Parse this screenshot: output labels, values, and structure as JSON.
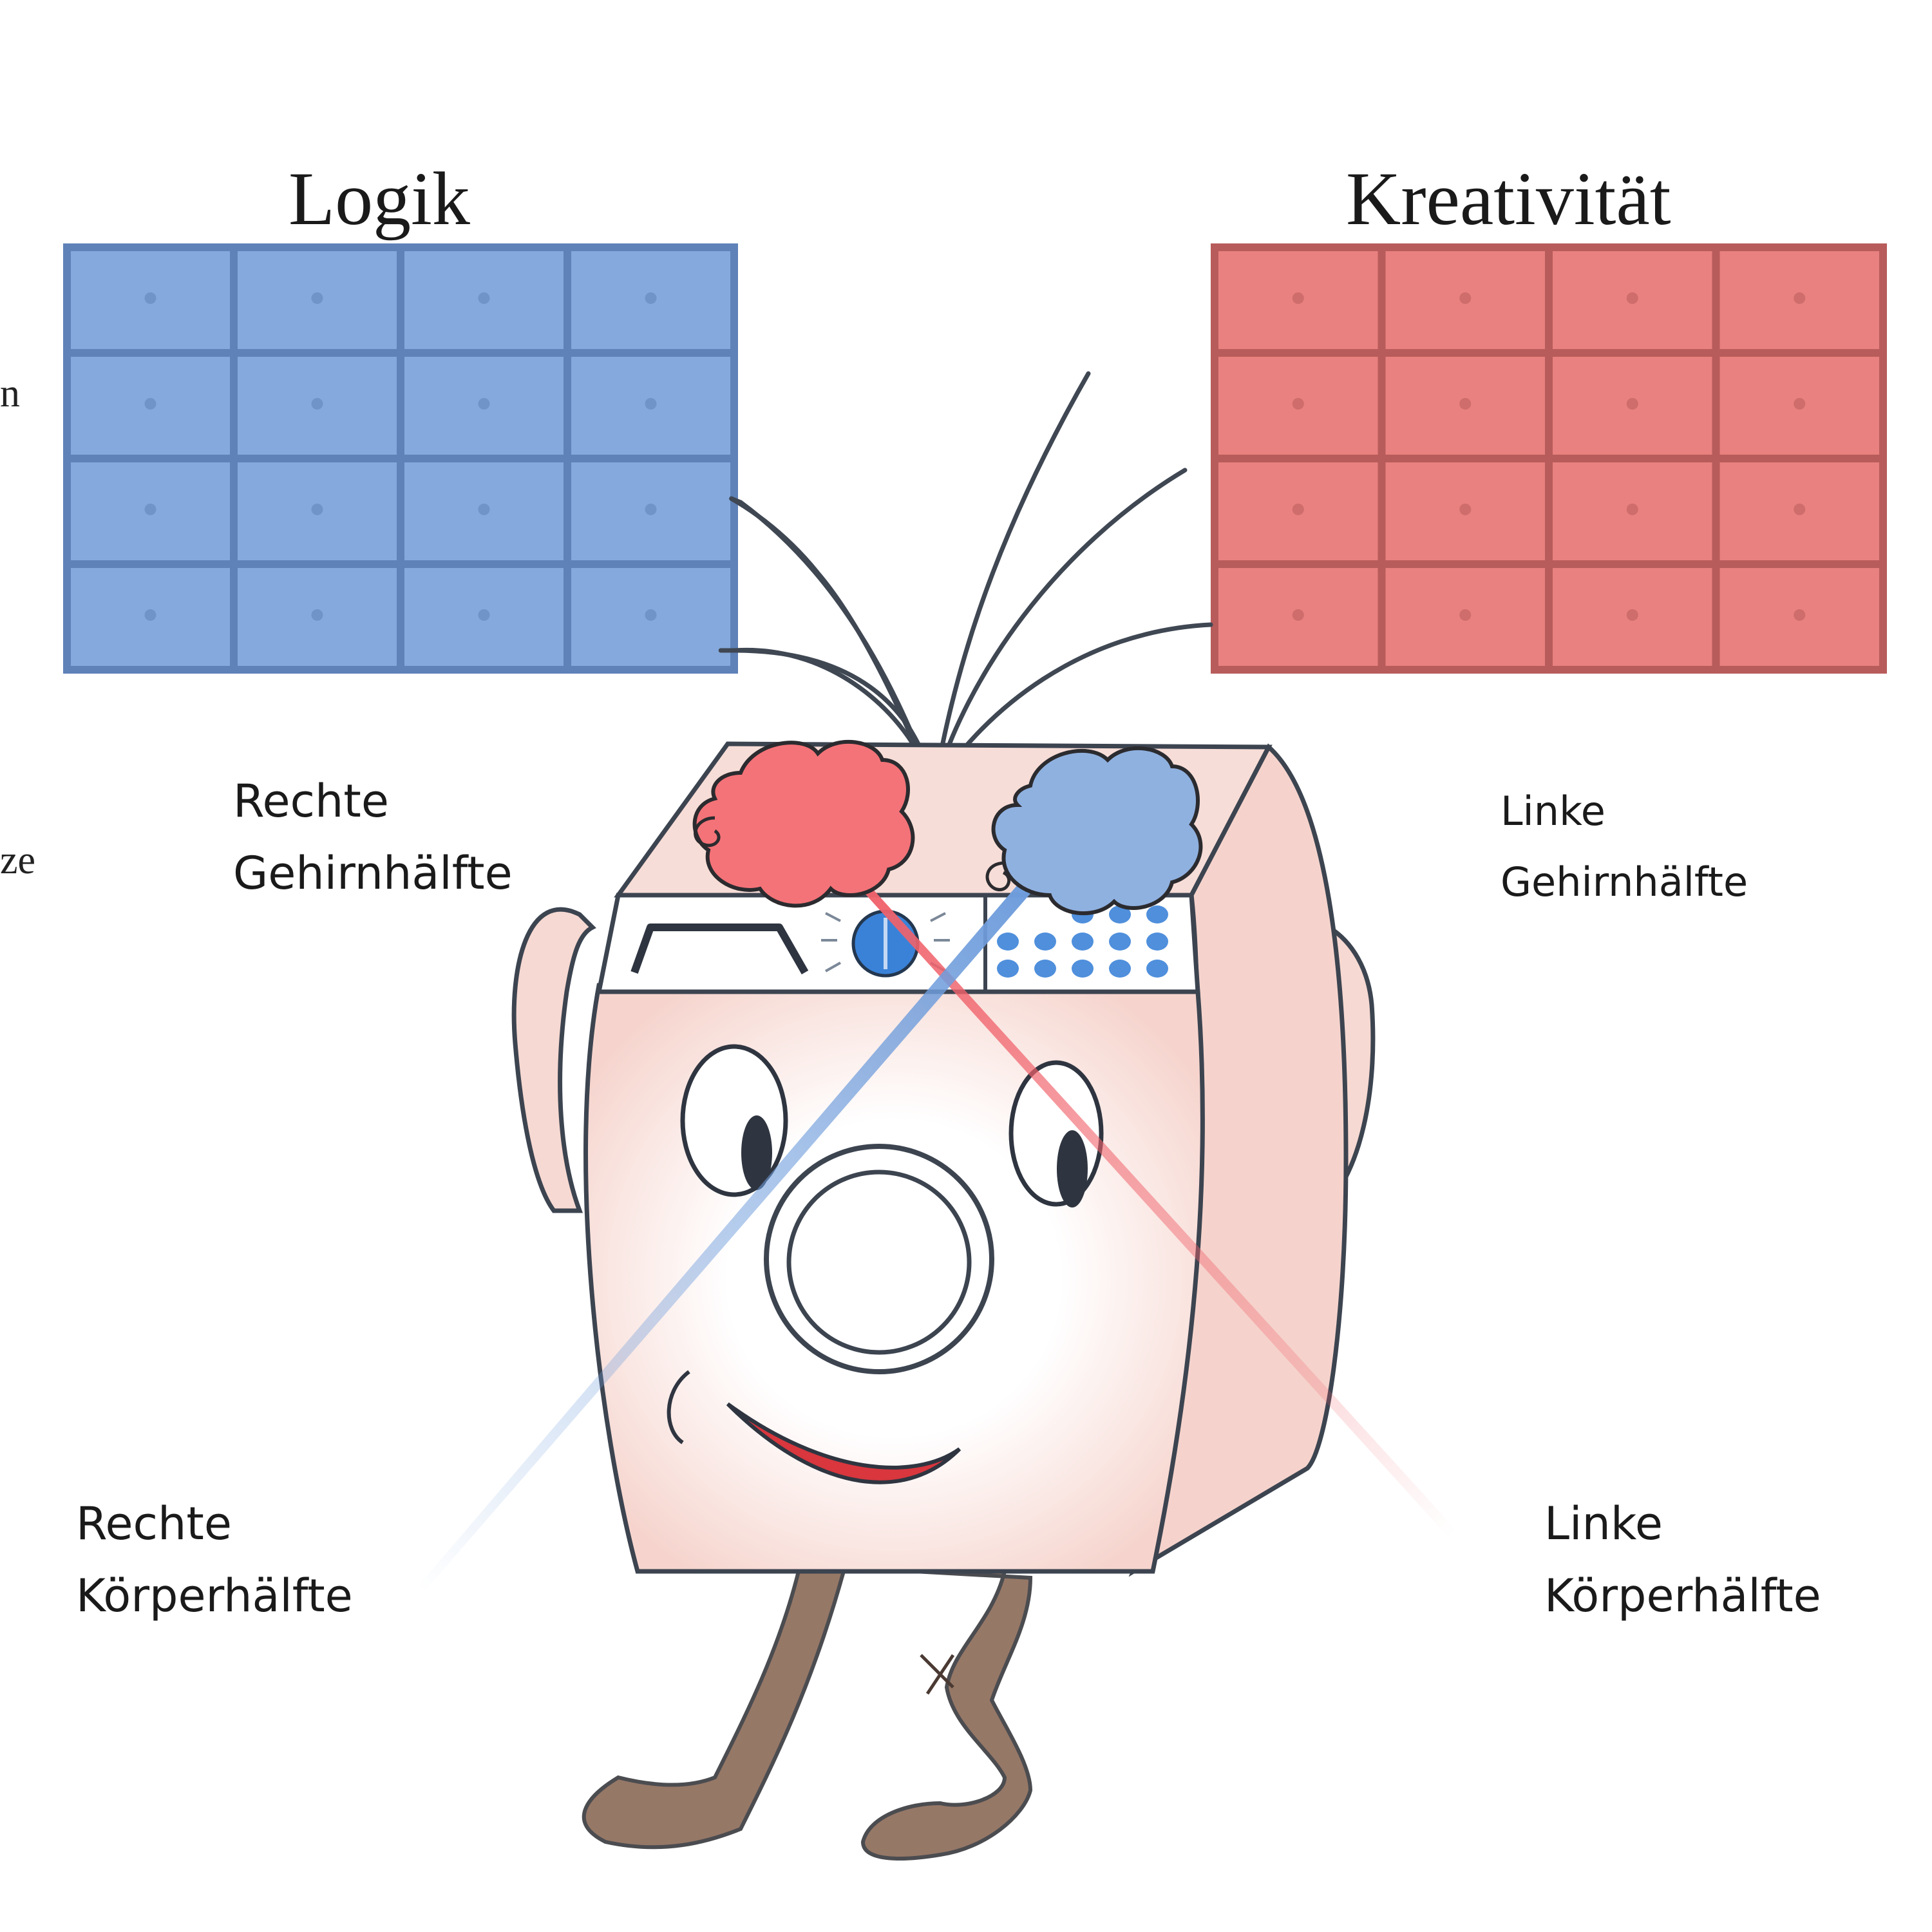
{
  "headings": {
    "left": "Logik",
    "right": "Kreativität"
  },
  "labels": {
    "brain_right_line1": "Rechte",
    "brain_right_line2": "Gehirnhälfte",
    "brain_left_line1": "Linke",
    "brain_left_line2": "Gehirnhälfte",
    "body_right_line1": "Rechte",
    "body_right_line2": "Körperhälfte",
    "body_left_line1": "Linke",
    "body_left_line2": "Körperhälfte"
  },
  "cut_off_text": {
    "fragment_1": "n",
    "fragment_2": "ze"
  },
  "colors": {
    "logic_blue": "#85a9dc",
    "creative_red": "#e8817f",
    "brain_red": "#f27478",
    "brain_blue": "#8fb1e0",
    "skin": "#f7dcd6",
    "legs": "#8d6c5a",
    "outline": "#3c4450"
  },
  "cabinet": {
    "rows": 4,
    "columns": 4
  }
}
